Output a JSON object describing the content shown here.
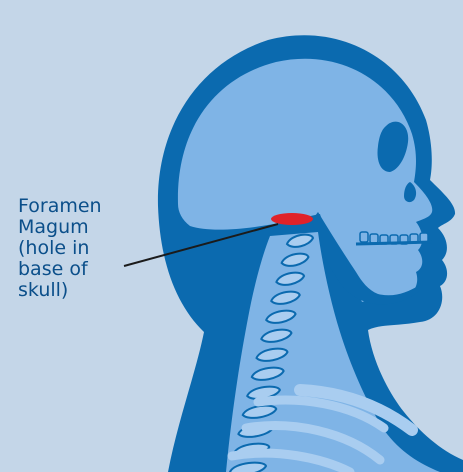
{
  "label": {
    "lines": [
      "Foramen",
      "Magum",
      "(hole in",
      "base of",
      "skull)"
    ]
  },
  "colors": {
    "background": "#c4d6e8",
    "head_outline": "#0b6aaf",
    "head_fill": "#7fb4e6",
    "bone": "#a9cdf0",
    "foramen": "#e02229",
    "text": "#0b4f8a",
    "pointer": "#1b1b1b"
  }
}
